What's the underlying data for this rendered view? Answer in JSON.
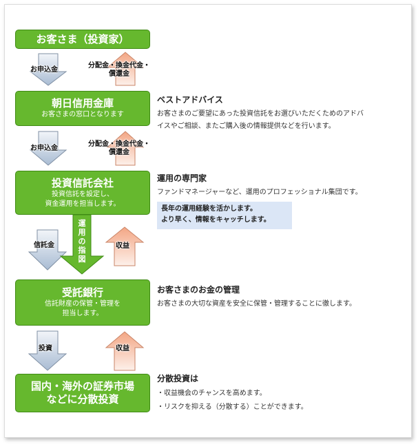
{
  "nodes": {
    "investor": {
      "title": "お客さま（投資家）"
    },
    "bank": {
      "title": "朝日信用金庫",
      "sub": "お客さまの窓口となります"
    },
    "trust_company": {
      "title": "投資信託会社",
      "sub1": "投資信託を設定し、",
      "sub2": "資金運用を担当します。"
    },
    "trustee": {
      "title": "受託銀行",
      "sub1": "信託財産の保管・管理を",
      "sub2": "担当します。"
    },
    "market": {
      "title1": "国内・海外の証券市場",
      "title2": "などに分散投資"
    }
  },
  "flows": {
    "down1": "お申込金",
    "up1_line1": "分配金・換金代金・",
    "up1_line2": "償還金",
    "down2": "お申込金",
    "up2_line1": "分配金・換金代金・",
    "up2_line2": "償還金",
    "down3": "信託金",
    "instruction": "運用の指図",
    "up3": "収益",
    "down4": "投資",
    "up4": "収益"
  },
  "descriptions": {
    "bank": {
      "title": "ベストアドバイス",
      "line1": "お客さまのご要望にあった投資信託をお選びいただくためのアドバ",
      "line2": "イスやご相談、またご購入後の情報提供などを行います。"
    },
    "trust_company": {
      "title": "運用の専門家",
      "line1": "ファンドマネージャーなど、運用のプロフェッショナル集団です。",
      "hl1": "長年の運用経験を活かします。",
      "hl2": "より早く、情報をキャッチします。"
    },
    "trustee": {
      "title": "お客さまのお金の管理",
      "line1": "お客さまの大切な資産を安全に保管・管理することに徹します。"
    },
    "market": {
      "title": "分散投資は",
      "line1": "・収益機会のチャンスを高めます。",
      "line2": "・リスクを抑える（分散する）ことができます。"
    }
  },
  "colors": {
    "green": "#66b82e",
    "down_arrow": "#b9c9dc",
    "up_arrow": "#f7b79a",
    "highlight": "#dbe6f6"
  }
}
